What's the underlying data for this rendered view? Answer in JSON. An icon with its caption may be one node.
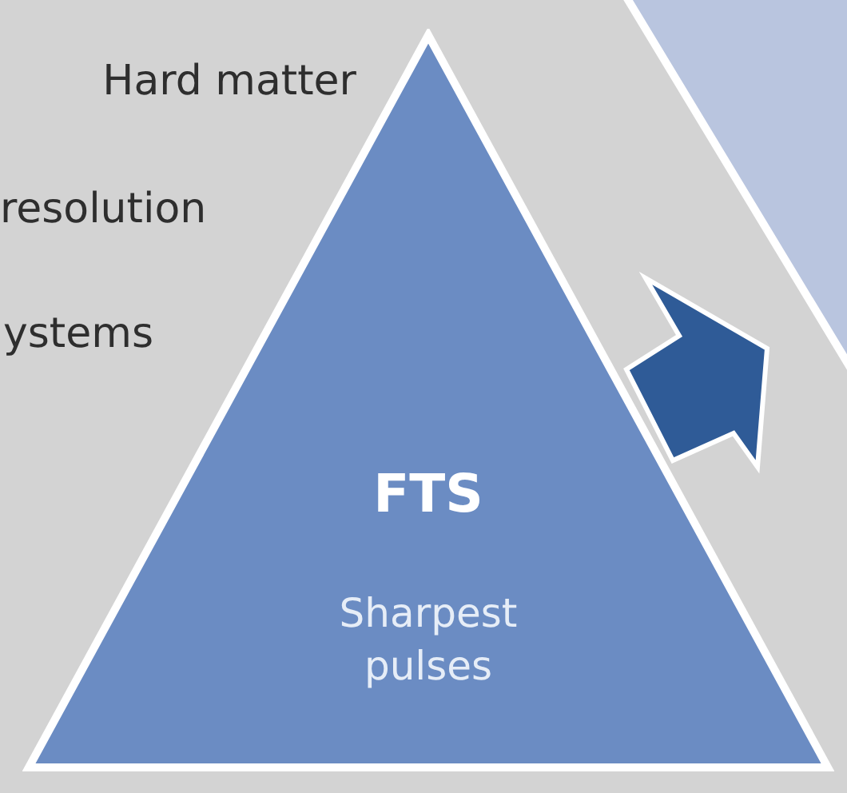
{
  "diagram": {
    "nodes": [
      {
        "text": [
          "FTS",
          "Sharpest pulses"
        ]
      },
      {
        "text": [],
        "shape": "triangle"
      }
    ],
    "edges": [
      {
        "from": 0,
        "to": 1,
        "arrow": "to"
      }
    ],
    "labels": [
      "Hard matter",
      "resolution",
      "ystems"
    ]
  }
}
